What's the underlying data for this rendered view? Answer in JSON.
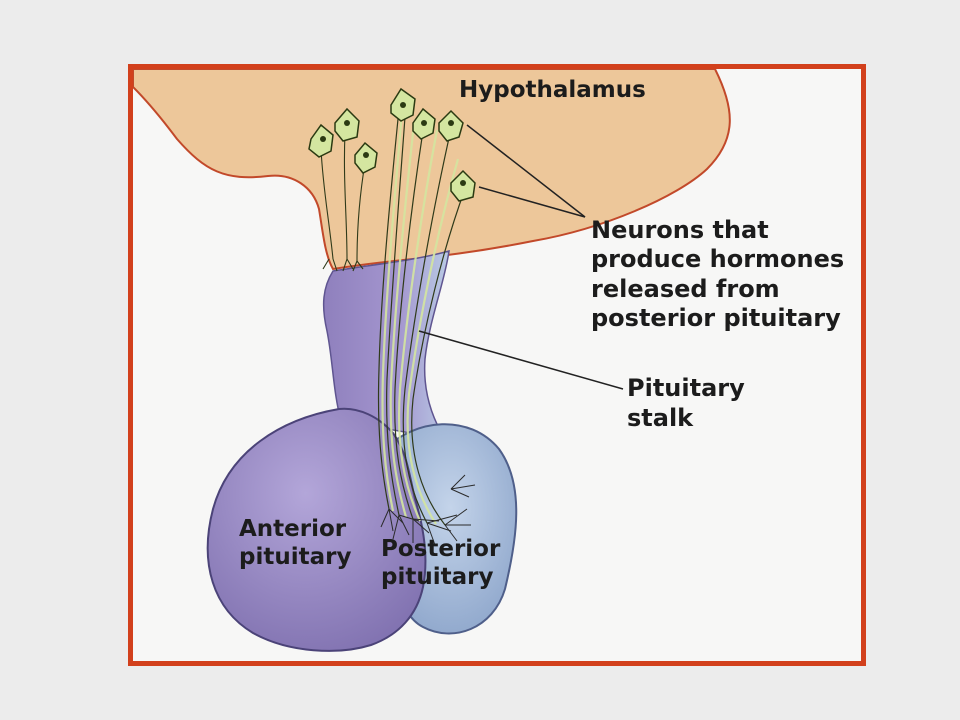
{
  "colors": {
    "border": "#d2401c",
    "background": "#ececec",
    "panel": "#f7f7f6",
    "hypothalamus": "#edc79a",
    "anterior_pituitary": "#9c8dc4",
    "posterior_pituitary": "#a9bedc",
    "neuron": "#d4e6a0"
  },
  "labels": {
    "hypothalamus": "Hypothalamus",
    "neurons": [
      "Neurons that",
      "produce hormones",
      "released from",
      "posterior pituitary"
    ],
    "stalk": [
      "Pituitary",
      "stalk"
    ],
    "anterior": [
      "Anterior",
      "pituitary"
    ],
    "posterior": [
      "Posterior",
      "pituitary"
    ]
  }
}
